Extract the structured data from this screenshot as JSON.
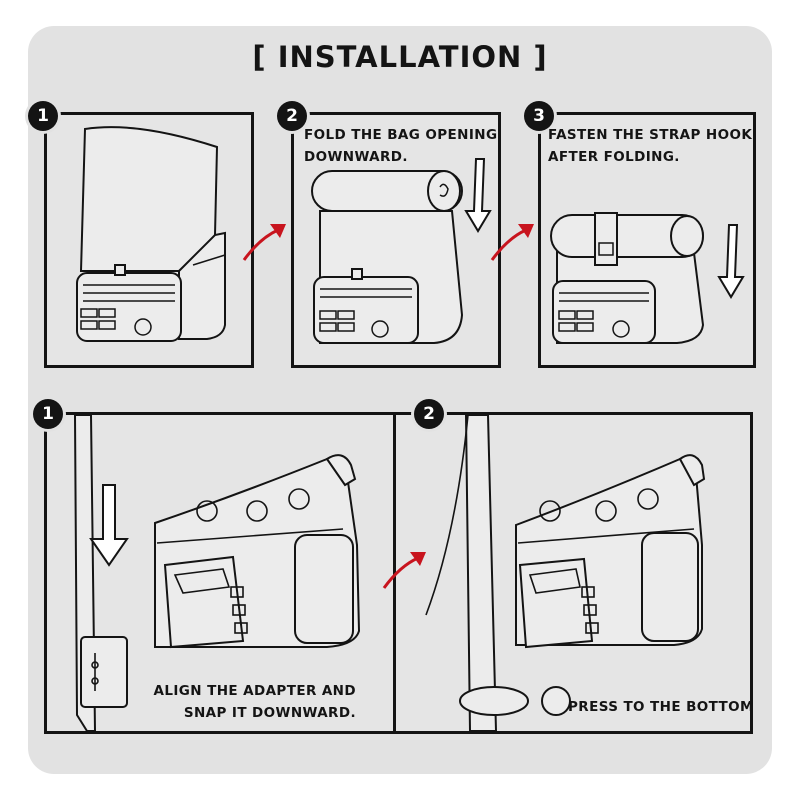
{
  "title": "[ INSTALLATION ]",
  "top_steps": [
    {
      "badge": "1",
      "lines": []
    },
    {
      "badge": "2",
      "lines": [
        "FOLD THE BAG OPENING",
        "DOWNWARD."
      ]
    },
    {
      "badge": "3",
      "lines": [
        "FASTEN THE STRAP HOOK",
        "AFTER FOLDING."
      ]
    }
  ],
  "bottom_steps": [
    {
      "badge": "1",
      "lines": [
        "ALIGN THE ADAPTER AND",
        "SNAP IT DOWNWARD."
      ]
    },
    {
      "badge": "2",
      "lines": [
        "PRESS TO THE BOTTOM"
      ]
    }
  ],
  "colors": {
    "arrow": "#c8141e",
    "line": "#141414",
    "panel": "#e5e5e5",
    "sheet": "#e2e2e2"
  },
  "icons": [
    "red-next-arrow",
    "down-arrow"
  ]
}
